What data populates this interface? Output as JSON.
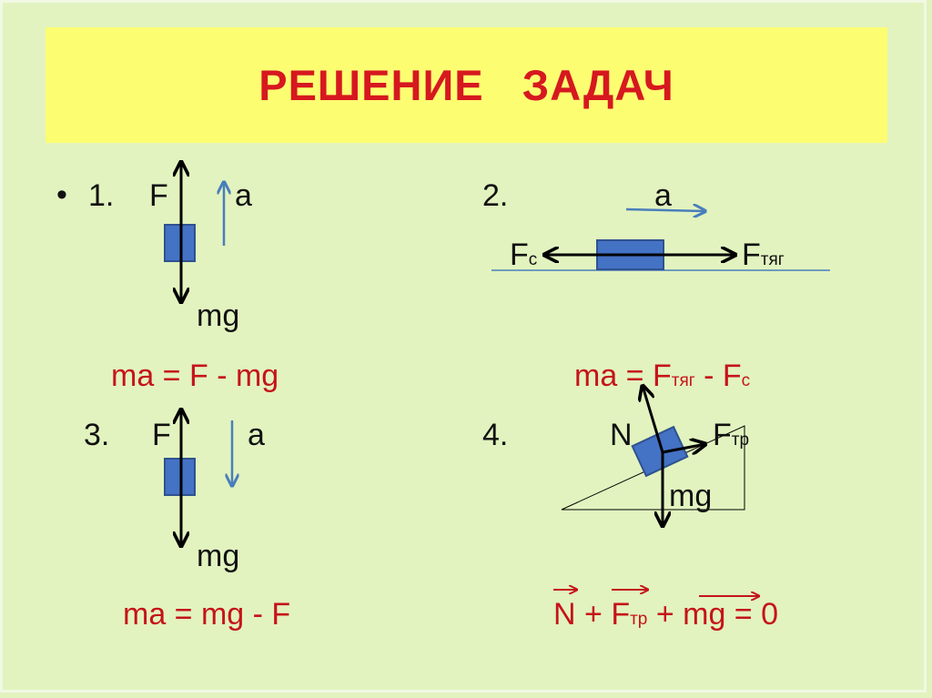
{
  "title": "РЕШЕНИЕ   ЗАДАЧ",
  "problem1": {
    "bullet": "•",
    "number": "1.",
    "force": "F",
    "accel": "a",
    "weight": "mg",
    "equation": "ma = F - mg"
  },
  "problem2": {
    "number": "2.",
    "accel": "a",
    "resist_main": "F",
    "resist_sub": "с",
    "thrust_main": "F",
    "thrust_sub": "тяг",
    "equation_left": "ma = F",
    "equation_sub1": "тяг",
    "equation_mid": " - F",
    "equation_sub2": "с"
  },
  "problem3": {
    "number": "3.",
    "force": "F",
    "accel": "a",
    "weight": "mg",
    "equation": "ma = mg - F"
  },
  "problem4": {
    "number": "4.",
    "normal": "N",
    "friction_main": "F",
    "friction_sub": "тр",
    "weight": "mg",
    "eq_n": "N",
    "eq_plus1": " + ",
    "eq_f": "F",
    "eq_fsub": "тр",
    "eq_plus2": " + ",
    "eq_mg": "mg",
    "eq_end": " = 0"
  },
  "colors": {
    "background": "#e2f3bf",
    "title_band": "#fdfd72",
    "title_text": "#d6181f",
    "equation_text": "#c5141a",
    "block_fill": "#4472c4",
    "accel_arrow": "#4a7ebb"
  }
}
